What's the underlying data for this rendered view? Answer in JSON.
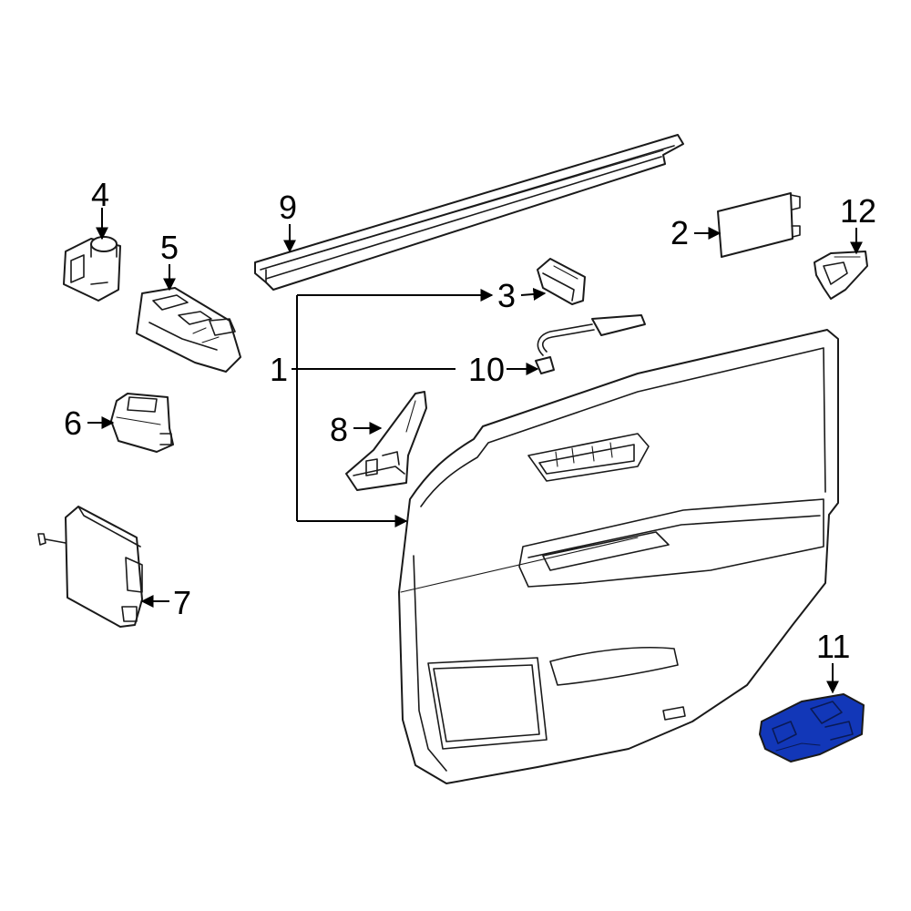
{
  "diagram": {
    "highlight_color": "#1237b8",
    "callouts": [
      {
        "id": "1",
        "label": "1"
      },
      {
        "id": "2",
        "label": "2"
      },
      {
        "id": "3",
        "label": "3"
      },
      {
        "id": "4",
        "label": "4"
      },
      {
        "id": "5",
        "label": "5"
      },
      {
        "id": "6",
        "label": "6"
      },
      {
        "id": "7",
        "label": "7"
      },
      {
        "id": "8",
        "label": "8"
      },
      {
        "id": "9",
        "label": "9"
      },
      {
        "id": "10",
        "label": "10"
      },
      {
        "id": "11",
        "label": "11"
      },
      {
        "id": "12",
        "label": "12"
      }
    ],
    "highlighted_part": "11"
  }
}
